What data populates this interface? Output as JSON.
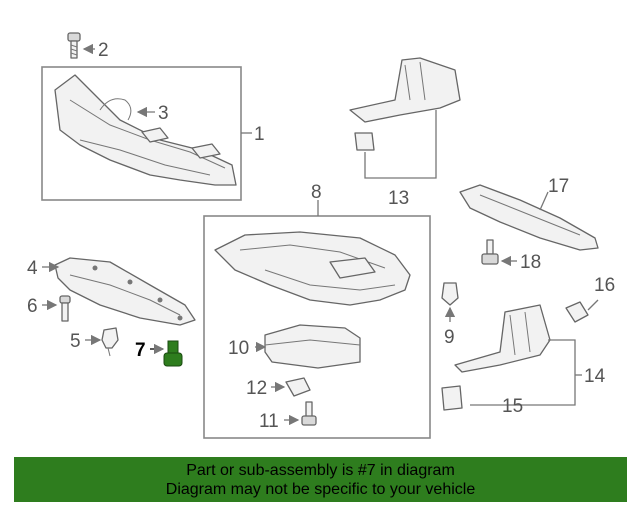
{
  "callouts": {
    "c1": "1",
    "c2": "2",
    "c3": "3",
    "c4": "4",
    "c5": "5",
    "c6": "6",
    "c7": "7",
    "c8": "8",
    "c9": "9",
    "c10": "10",
    "c11": "11",
    "c12": "12",
    "c13": "13",
    "c14": "14",
    "c15": "15",
    "c16": "16",
    "c17": "17",
    "c18": "18"
  },
  "highlight": {
    "color": "#2e7d1e"
  },
  "banner": {
    "line1": "Part or sub-assembly is #7 in diagram",
    "line2": "Diagram may not be specific to your vehicle",
    "background": "#2e7d1e"
  }
}
